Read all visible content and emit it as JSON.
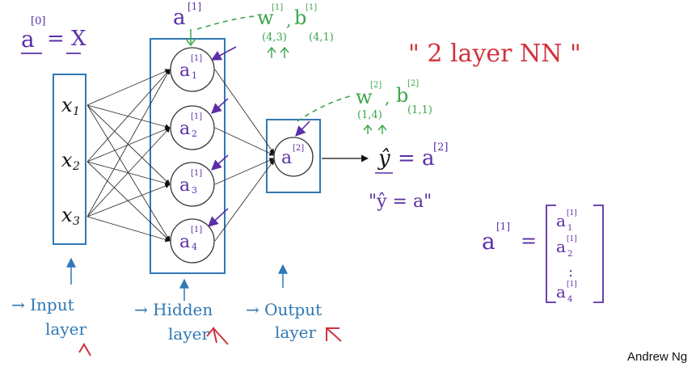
{
  "colors": {
    "purple": "#5b2ea6",
    "blue": "#2f78b5",
    "green": "#3aa64a",
    "red": "#d2323c",
    "black": "#111111"
  },
  "top": {
    "a1_label": "a",
    "a1_sup": "[1]"
  },
  "left": {
    "a0_a": "a",
    "a0_sup": "[0]",
    "a0_eq": "= X"
  },
  "inputs": [
    "x",
    "x",
    "x"
  ],
  "input_subs": [
    "1",
    "2",
    "3"
  ],
  "hidden": {
    "base": "a",
    "sup": "[1]",
    "subs": [
      "1",
      "2",
      "3",
      "4"
    ]
  },
  "output": {
    "base": "a",
    "sup": "[2]"
  },
  "params_layer1": {
    "w": "w",
    "w_sup": "[1]",
    "b": "b",
    "b_sup": "[1]",
    "w_shape": "(4,3)",
    "b_shape": "(4,1)",
    "sep": ","
  },
  "params_layer2": {
    "w": "w",
    "w_sup": "[2]",
    "b": "b",
    "b_sup": "[2]",
    "w_shape": "(1,4)",
    "b_shape": "(1,1)",
    "sep": ","
  },
  "title": "\" 2  layer  NN \"",
  "yhat": {
    "y": "ŷ",
    "eq": "= a",
    "sup": "[2]"
  },
  "yhat_quote": "\"ŷ = a\"",
  "vector": {
    "lhs": "a",
    "lhs_sup": "[1]",
    "eq": "=",
    "entries": [
      "a",
      "a",
      ":",
      "a"
    ],
    "entry_subs": [
      "1",
      "2",
      "",
      "4"
    ],
    "entry_sups": [
      "[1]",
      "[1]",
      "",
      "[1]"
    ]
  },
  "labels": {
    "input": [
      "→ Input",
      "layer"
    ],
    "hidden": [
      "→ Hidden",
      "layer"
    ],
    "output": [
      "→ Output",
      "layer"
    ]
  },
  "credit": "Andrew Ng"
}
